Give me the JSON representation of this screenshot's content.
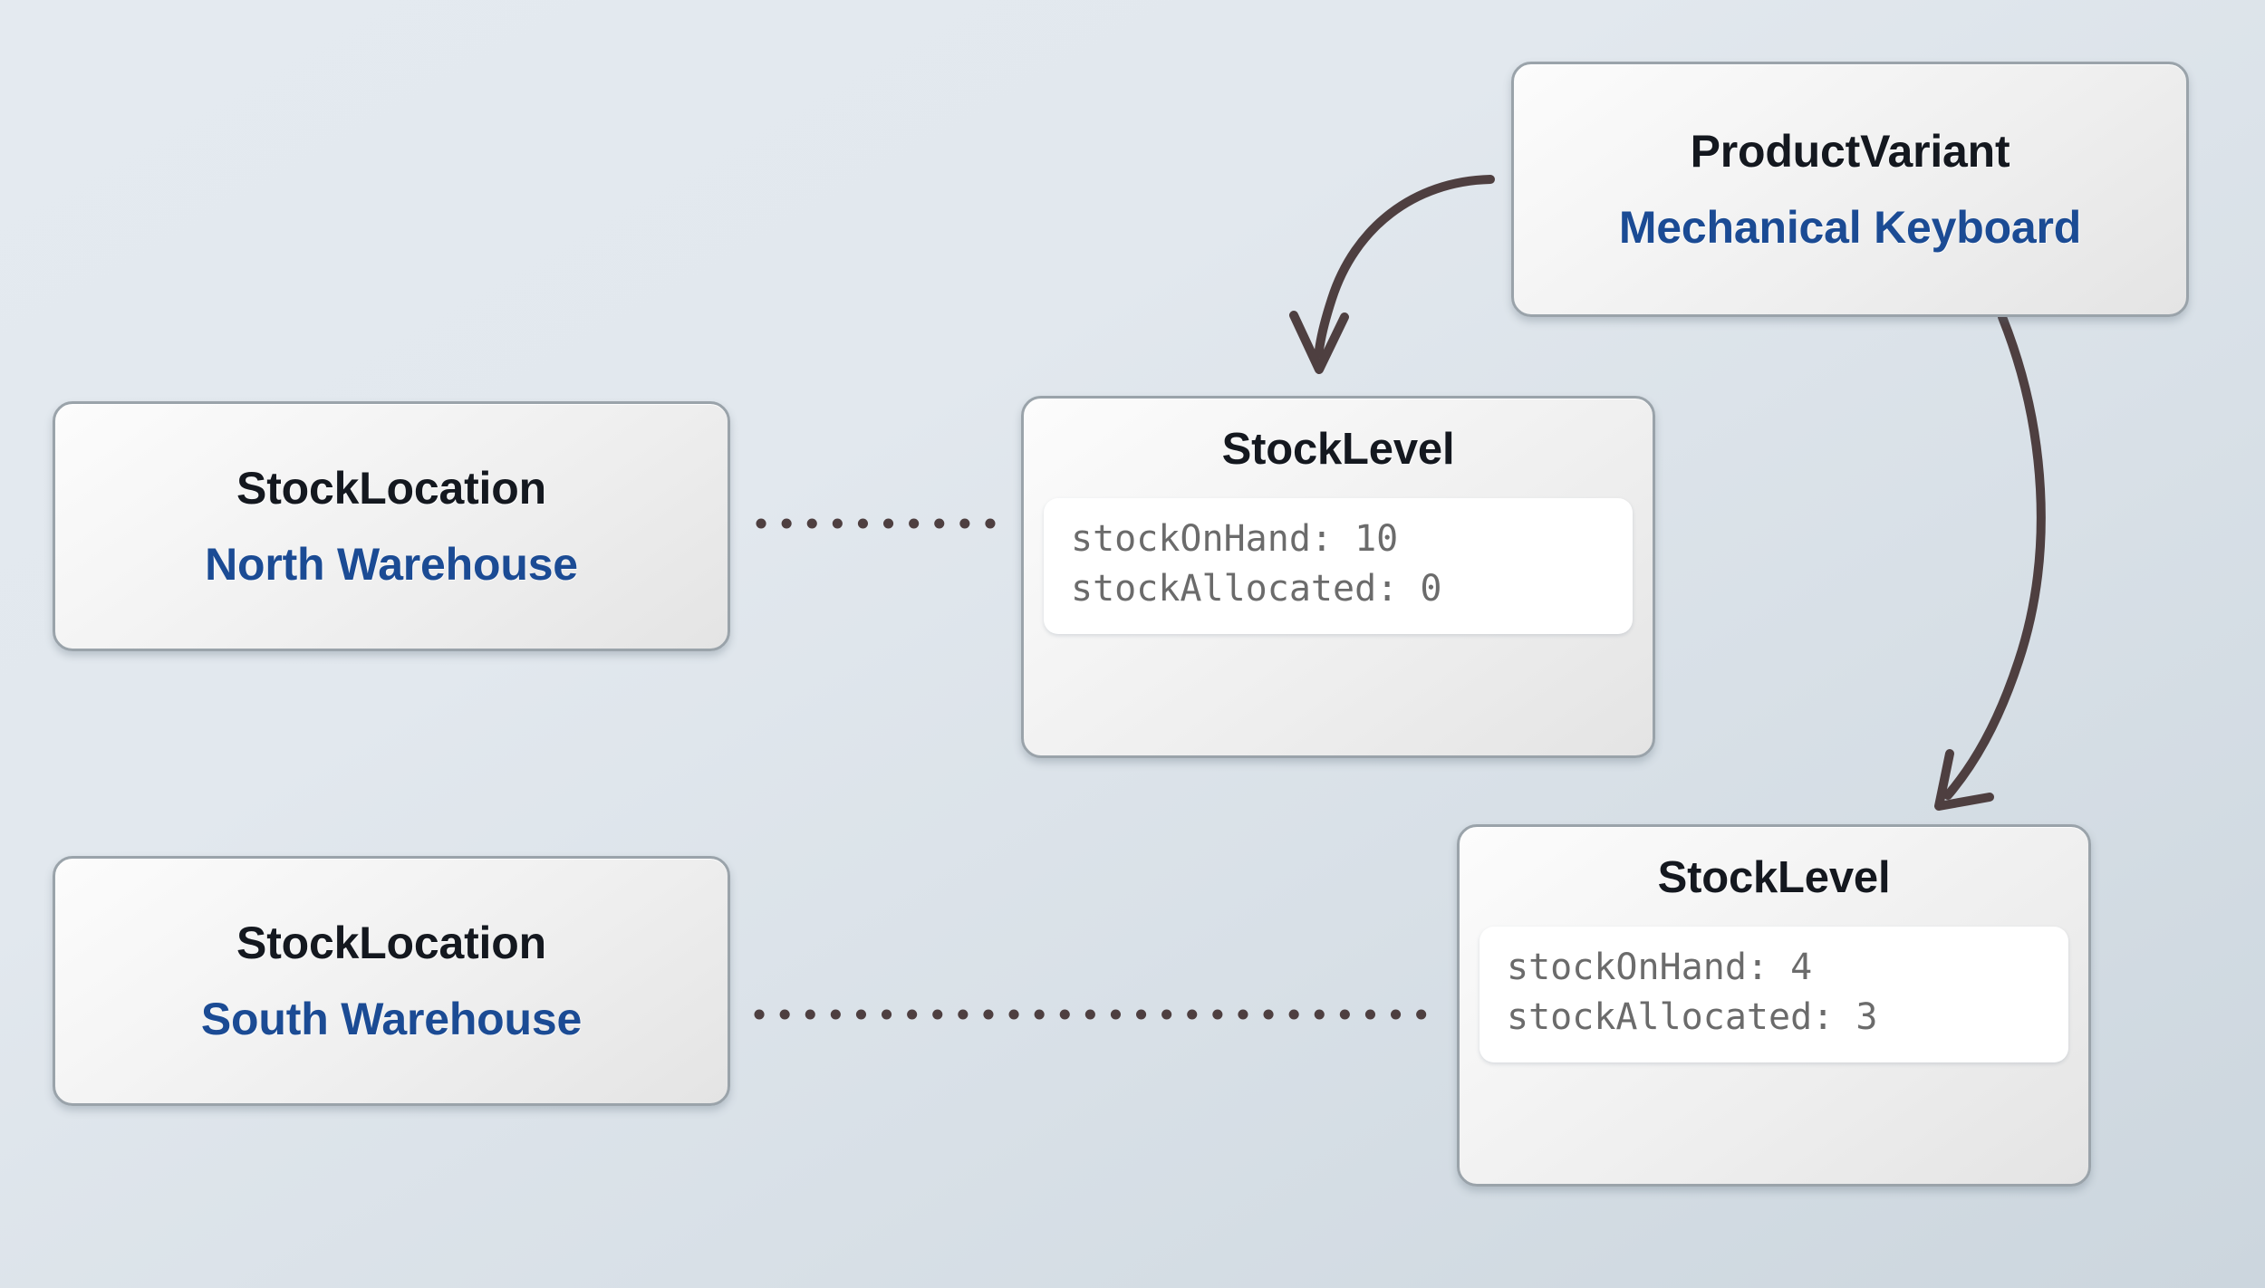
{
  "diagram": {
    "type": "entity-relationship",
    "background_top": "#e4eaf0",
    "background_bottom": "#ccd6de",
    "accent_blue": "#1b4b94",
    "edge_color": "#4e3f40"
  },
  "nodes": {
    "product_variant": {
      "title": "ProductVariant",
      "subtitle": "Mechanical Keyboard"
    },
    "stocklocation_north": {
      "title": "StockLocation",
      "subtitle": "North Warehouse"
    },
    "stocklocation_south": {
      "title": "StockLocation",
      "subtitle": "South Warehouse"
    },
    "stocklevel_1": {
      "title": "StockLevel",
      "attributes": [
        "stockOnHand: 10",
        "stockAllocated: 0"
      ]
    },
    "stocklevel_2": {
      "title": "StockLevel",
      "attributes": [
        "stockOnHand: 4",
        "stockAllocated: 3"
      ]
    }
  },
  "edges": [
    {
      "name": "product-variant-to-stocklevel-1",
      "style": "curved-arrow",
      "from": "product_variant",
      "to": "stocklevel_1"
    },
    {
      "name": "product-variant-to-stocklevel-2",
      "style": "curved-arrow",
      "from": "product_variant",
      "to": "stocklevel_2"
    },
    {
      "name": "stocklocation-north-to-stocklevel-1",
      "style": "dotted",
      "from": "stocklocation_north",
      "to": "stocklevel_1"
    },
    {
      "name": "stocklocation-south-to-stocklevel-2",
      "style": "dotted",
      "from": "stocklocation_south",
      "to": "stocklevel_2"
    }
  ]
}
